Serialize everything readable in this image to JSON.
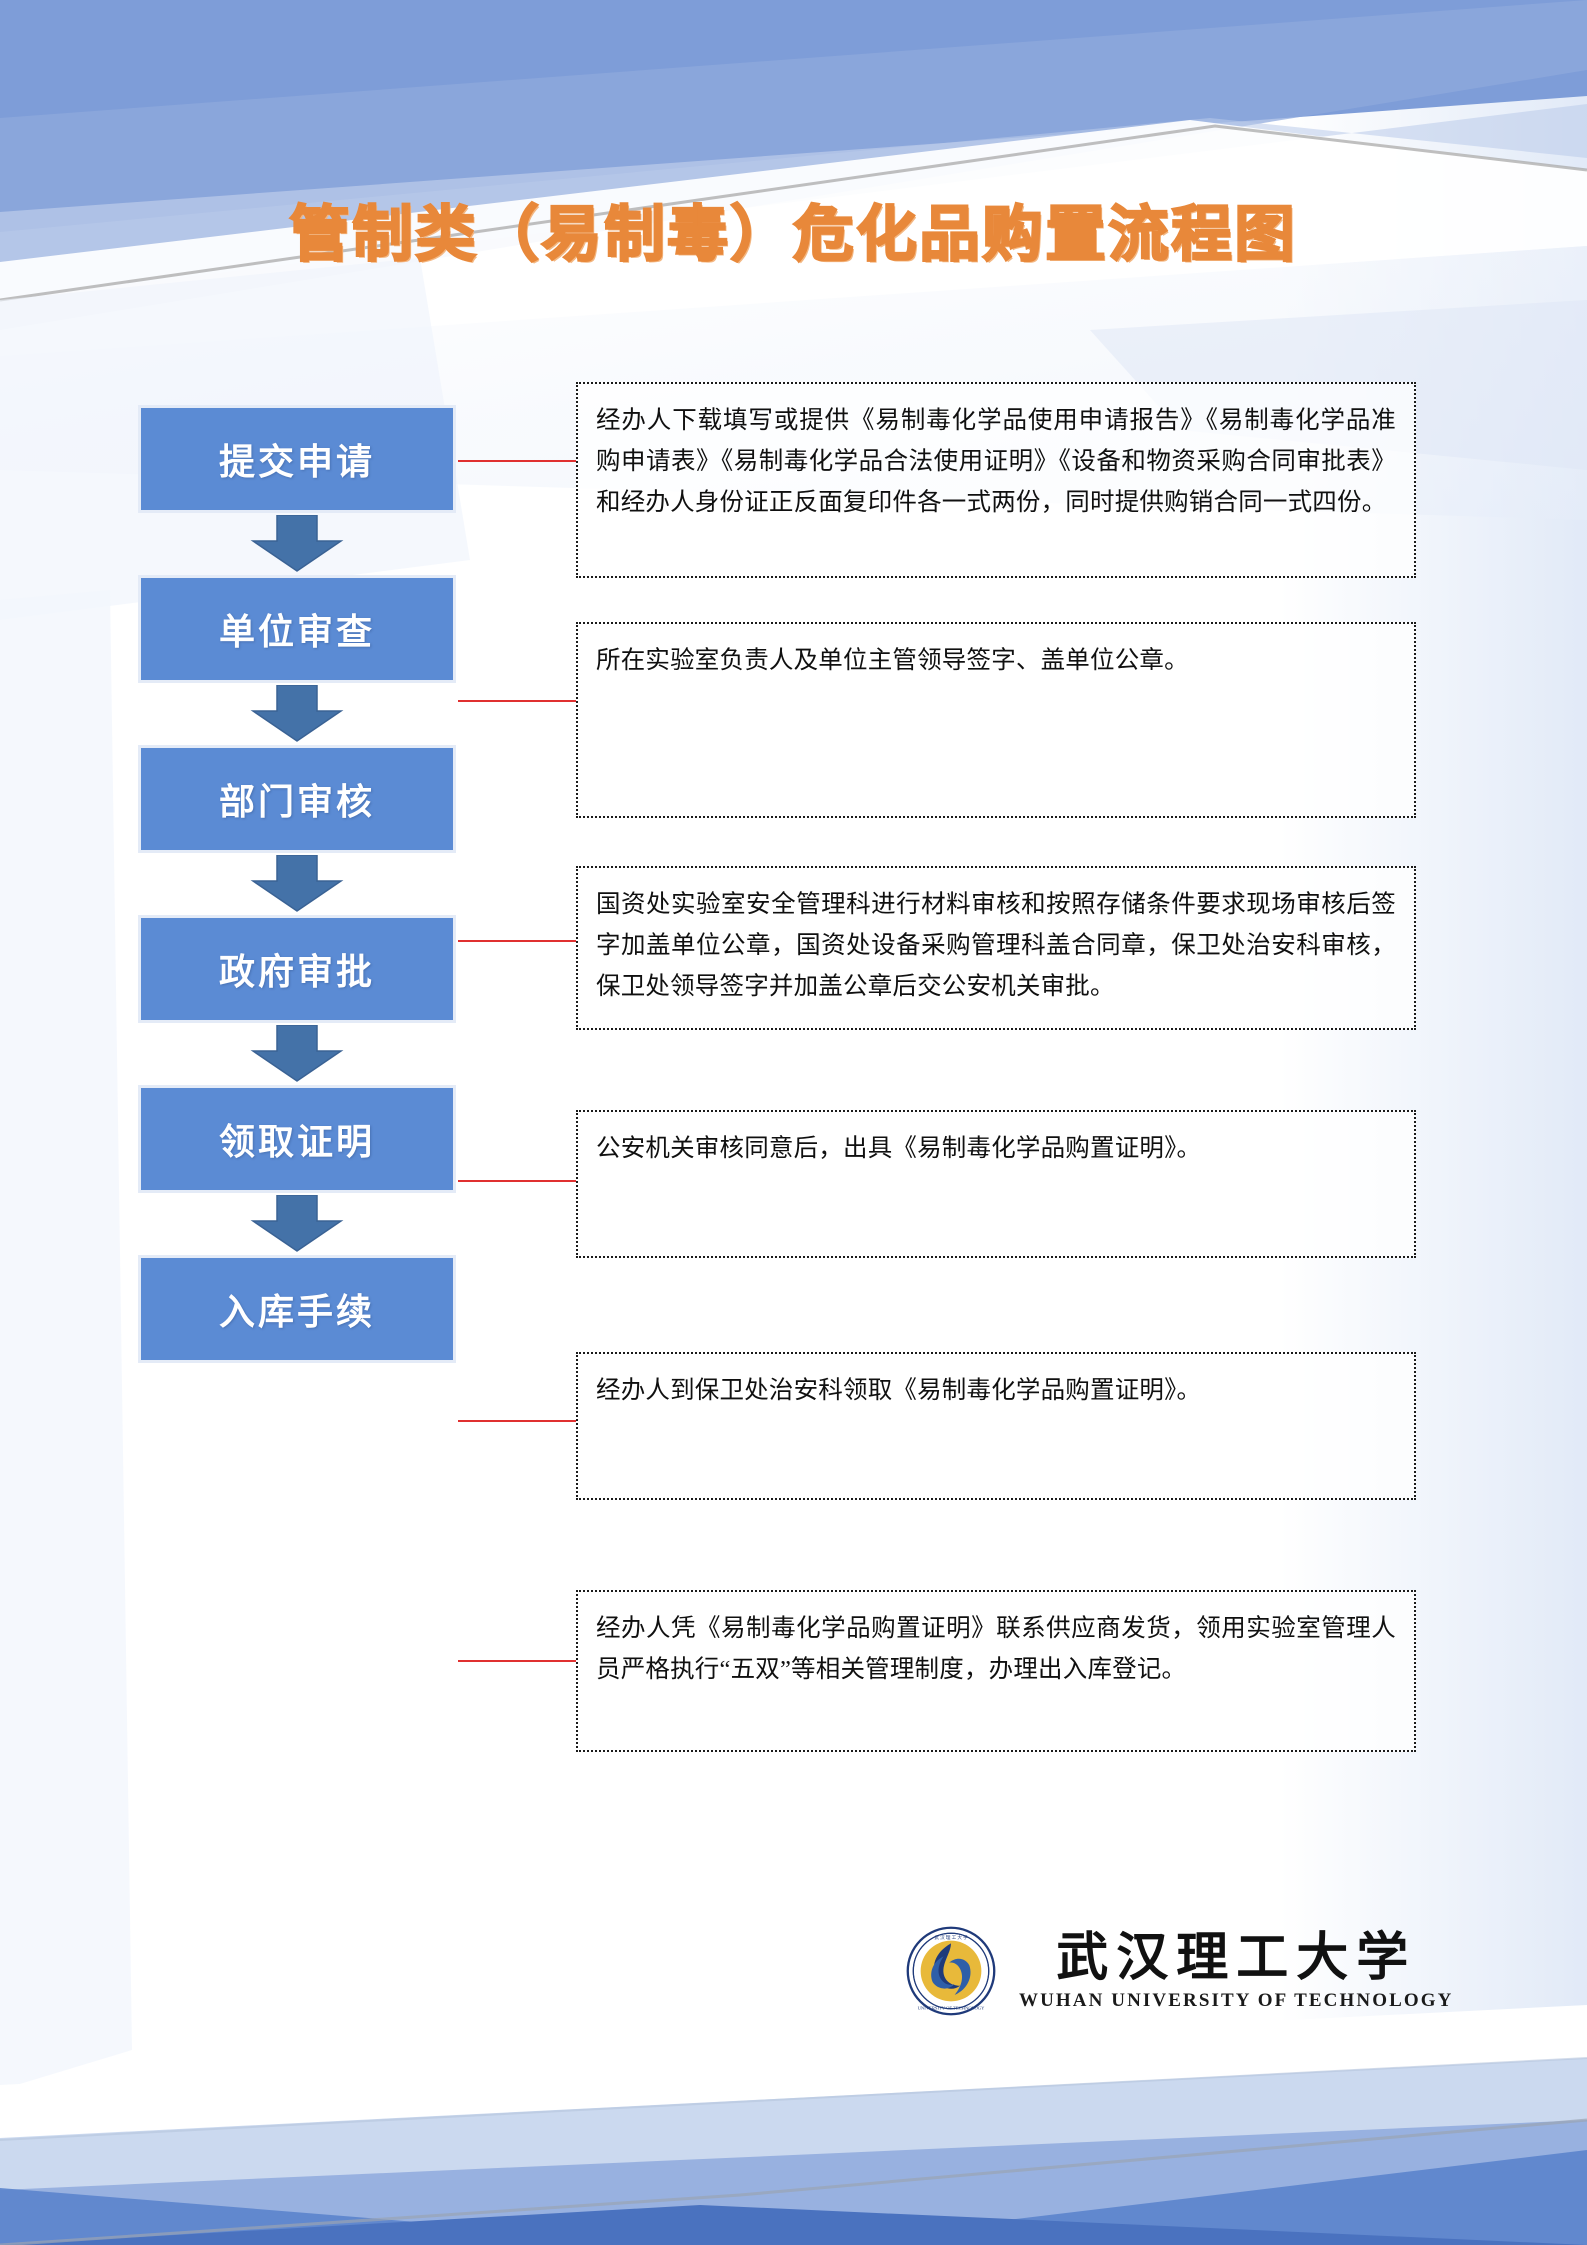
{
  "document": {
    "title": "管制类（易制毒）危化品购置流程图",
    "title_color": "#E8883A"
  },
  "theme": {
    "box_fill": "#5B8BD4",
    "arrow_fill": "#4472A8",
    "connector_color": "#E03030",
    "banner_blue_dark": "#4A72BF",
    "banner_blue_mid": "#7E9DD8",
    "banner_blue_light": "#C9D8EF"
  },
  "flow": {
    "steps": [
      {
        "label": "提交申请",
        "note": "经办人下载填写或提供《易制毒化学品使用申请报告》《易制毒化学品准购申请表》《易制毒化学品合法使用证明》《设备和物资采购合同审批表》和经办人身份证正反面复印件各一式两份，同时提供购销合同一式四份。"
      },
      {
        "label": "单位审查",
        "note": "所在实验室负责人及单位主管领导签字、盖单位公章。"
      },
      {
        "label": "部门审核",
        "note": "国资处实验室安全管理科进行材料审核和按照存储条件要求现场审核后签字加盖单位公章，国资处设备采购管理科盖合同章，保卫处治安科审核，保卫处领导签字并加盖公章后交公安机关审批。"
      },
      {
        "label": "政府审批",
        "note": "公安机关审核同意后，出具《易制毒化学品购置证明》。"
      },
      {
        "label": "领取证明",
        "note": "经办人到保卫处治安科领取《易制毒化学品购置证明》。"
      },
      {
        "label": "入库手续",
        "note": "经办人凭《易制毒化学品购置证明》联系供应商发货，领用实验室管理人员严格执行“五双”等相关管理制度，办理出入库登记。"
      }
    ]
  },
  "footer": {
    "logo": {
      "name_cn": "武汉理工大学",
      "name_en": "WUHAN UNIVERSITY OF TECHNOLOGY"
    }
  }
}
